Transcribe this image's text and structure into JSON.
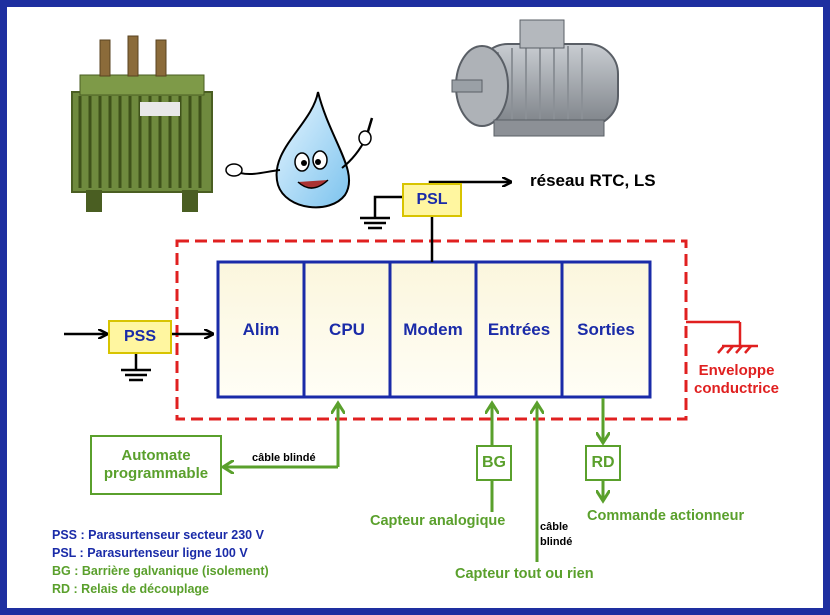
{
  "modules": [
    "Alim",
    "CPU",
    "Modem",
    "Entrées",
    "Sorties"
  ],
  "psl_label": "PSL",
  "pss_label": "PSS",
  "network_label": "réseau RTC, LS",
  "enclosure_label": "Enveloppe\nconductrice",
  "automate_label": "Automate\nprogrammable",
  "cable_blinde_1": "câble blindé",
  "cable_blinde_2": "câble\nblindé",
  "bg_label": "BG",
  "rd_label": "RD",
  "capteur_analogique": "Capteur analogique",
  "capteur_tor": "Capteur tout ou rien",
  "commande_actionneur": "Commande actionneur",
  "legend": [
    "PSS : Parasurtenseur secteur 230 V",
    "PSL : Parasurtenseur ligne 100 V",
    "BG : Barrière galvanique (isolement)",
    "RD : Relais de découplage"
  ],
  "colors": {
    "frame": "#1e2fa0",
    "module_text": "#1a2ba8",
    "green": "#5aa02c",
    "red": "#e02020",
    "box_fill": "#fdf8dc"
  },
  "illustrations": [
    "transformer-image",
    "water-drop-mascot",
    "electric-motor-image"
  ]
}
